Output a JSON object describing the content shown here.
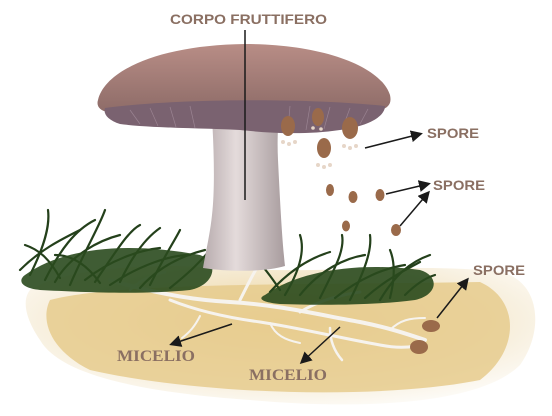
{
  "labels": {
    "fruiting_body": "CORPO FRUTTIFERO",
    "spore_1": "SPORE",
    "spore_2": "SPORE",
    "spore_3": "SPORE",
    "mycelium_1": "MICELIO",
    "mycelium_2": "MICELIO"
  },
  "colors": {
    "label": "#8a6f62",
    "soil": "#e5c98a",
    "grass": "#2a4a1e",
    "cap_top": "#a9807a",
    "gills": "#7a6270",
    "stem": "#d8cdcd",
    "spore": "#9a6a4a",
    "mycelium": "#f4f1ec",
    "arrow": "#1a1a1a"
  }
}
